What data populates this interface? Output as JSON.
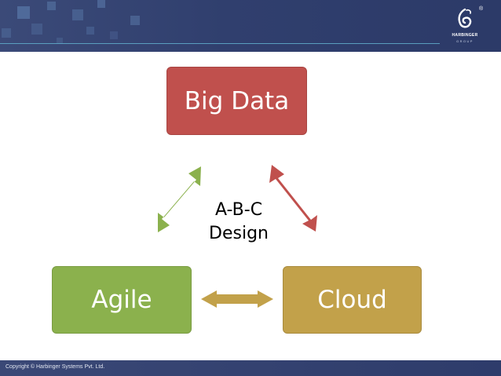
{
  "header": {
    "logo_name": "HARBINGER",
    "logo_sub": "GROUP",
    "registered_mark": "®"
  },
  "diagram": {
    "nodes": {
      "big_data": "Big Data",
      "agile": "Agile",
      "cloud": "Cloud"
    },
    "center_line1": "A-B-C",
    "center_line2": "Design",
    "colors": {
      "big_data": "#c0504d",
      "agile": "#8bb14d",
      "cloud": "#c2a14a"
    }
  },
  "footer": {
    "copyright": "Copyright © Harbinger Systems Pvt. Ltd."
  }
}
